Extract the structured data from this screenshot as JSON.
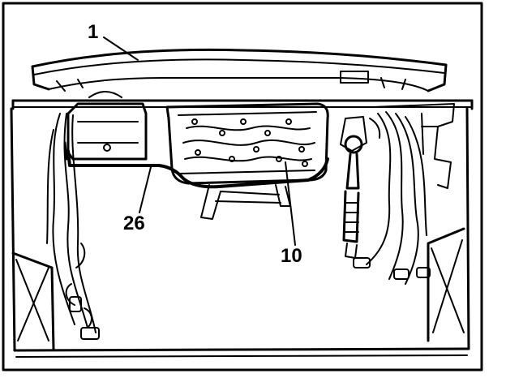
{
  "diagram": {
    "callouts": [
      {
        "id": "1",
        "text": "1"
      },
      {
        "id": "26",
        "text": "26"
      },
      {
        "id": "10",
        "text": "10"
      }
    ]
  }
}
